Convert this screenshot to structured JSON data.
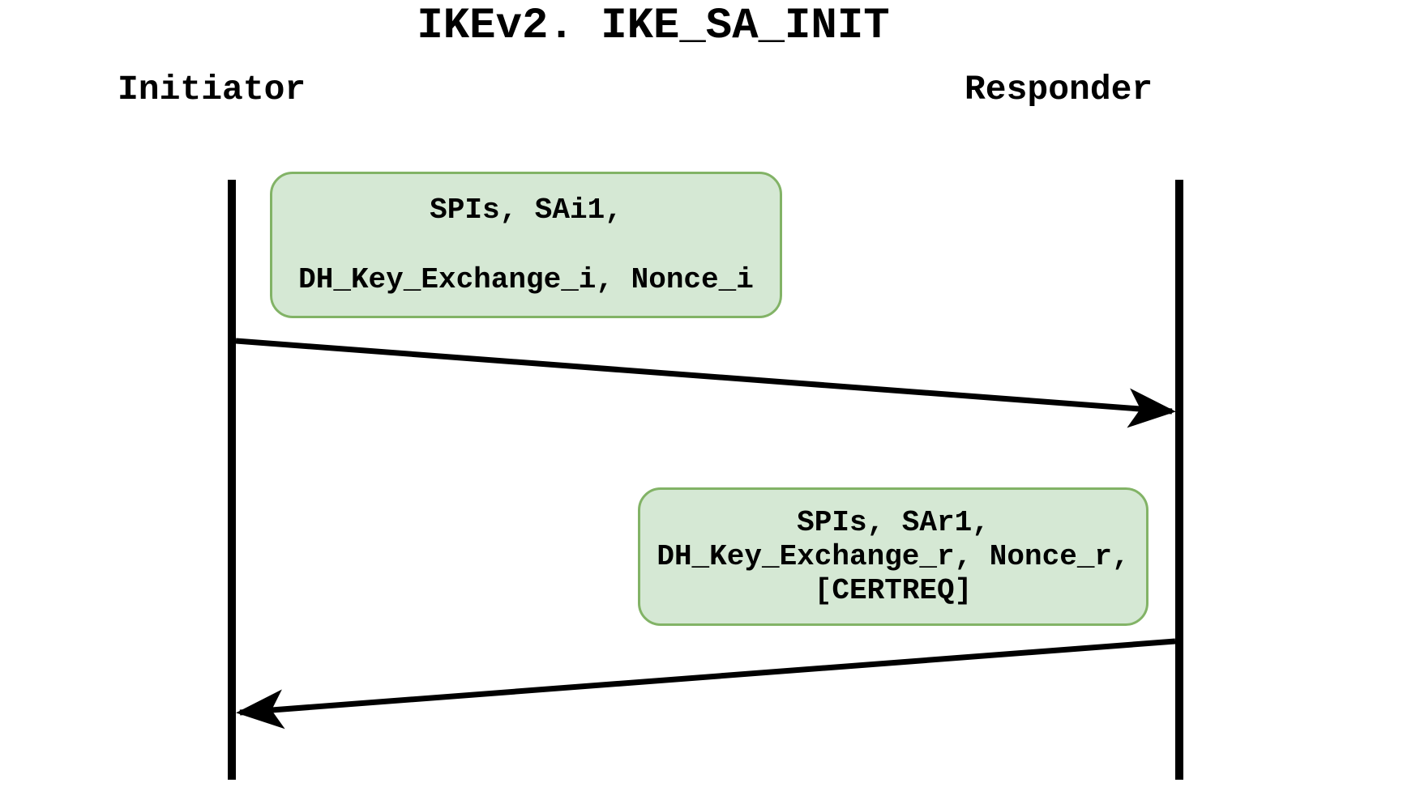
{
  "title": "IKEv2. IKE_SA_INIT",
  "actors": {
    "initiator": "Initiator",
    "responder": "Responder"
  },
  "messages": [
    {
      "from": "Initiator",
      "to": "Responder",
      "direction": "right",
      "lines": [
        "SPIs, SAi1,",
        "DH_Key_Exchange_i, Nonce_i"
      ]
    },
    {
      "from": "Responder",
      "to": "Initiator",
      "direction": "left",
      "lines": [
        "SPIs, SAr1,",
        "DH_Key_Exchange_r, Nonce_r,",
        "[CERTREQ]"
      ]
    }
  ],
  "colors": {
    "box_fill": "#d5e8d4",
    "box_border": "#82b366",
    "line": "#000000",
    "background": "#ffffff"
  }
}
